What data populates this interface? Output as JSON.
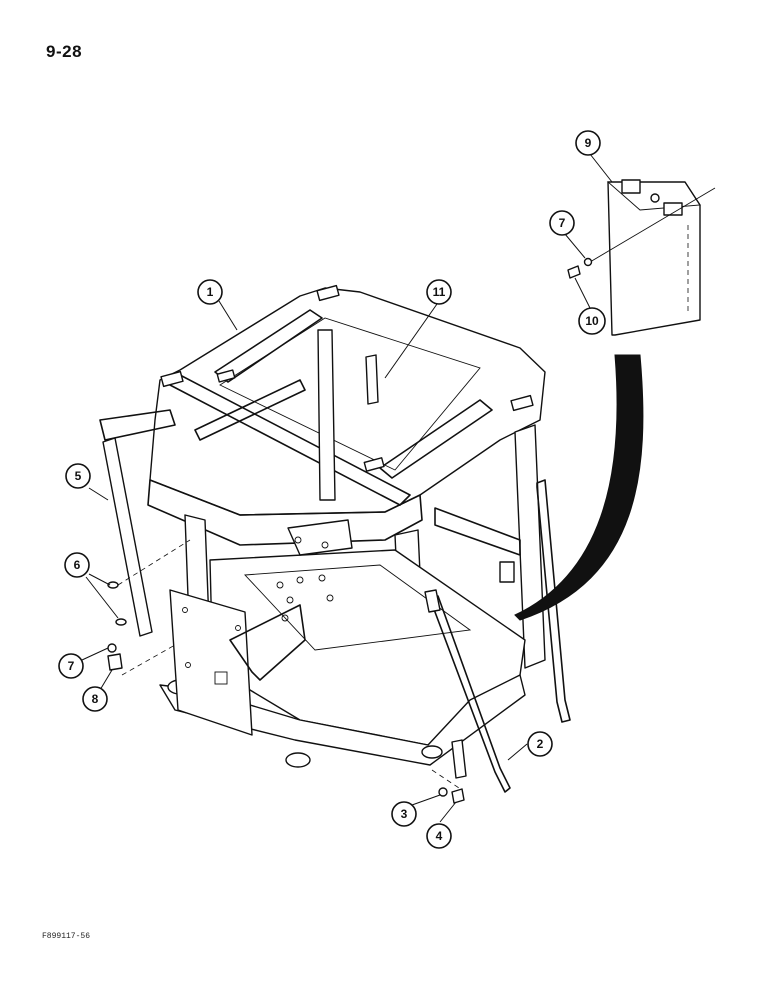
{
  "page_number": "9-28",
  "figure_code": "F899117-56",
  "callouts": {
    "c1": "1",
    "c2": "2",
    "c3": "3",
    "c4": "4",
    "c5": "5",
    "c6": "6",
    "c7a": "7",
    "c7b": "7",
    "c8": "8",
    "c9": "9",
    "c10": "10",
    "c11": "11"
  }
}
